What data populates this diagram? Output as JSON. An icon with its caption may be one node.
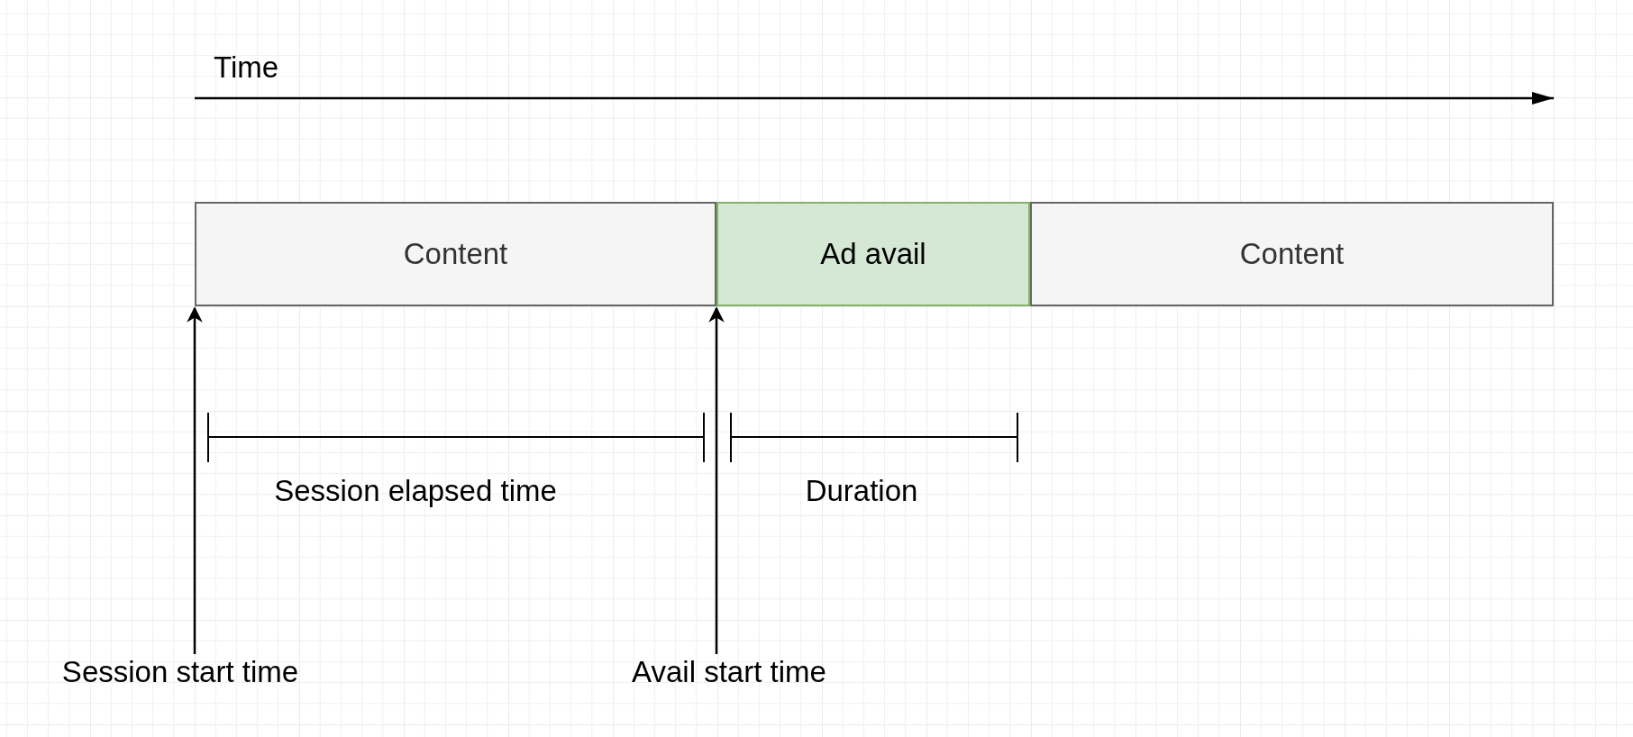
{
  "diagram": {
    "nodes": [
      {
        "text": [
          "Content"
        ]
      },
      {
        "text": [
          "Ad avail"
        ]
      },
      {
        "text": [
          "Content"
        ]
      },
      {
        "text": [
          "Session start time"
        ]
      },
      {
        "text": [
          "Avail start time"
        ]
      }
    ],
    "edges": [
      {
        "from": 3,
        "to": 0,
        "arrow": "to"
      },
      {
        "from": 4,
        "to": 1,
        "arrow": "to"
      }
    ],
    "labels": [
      "Time",
      "Session elapsed time",
      "Duration"
    ]
  }
}
